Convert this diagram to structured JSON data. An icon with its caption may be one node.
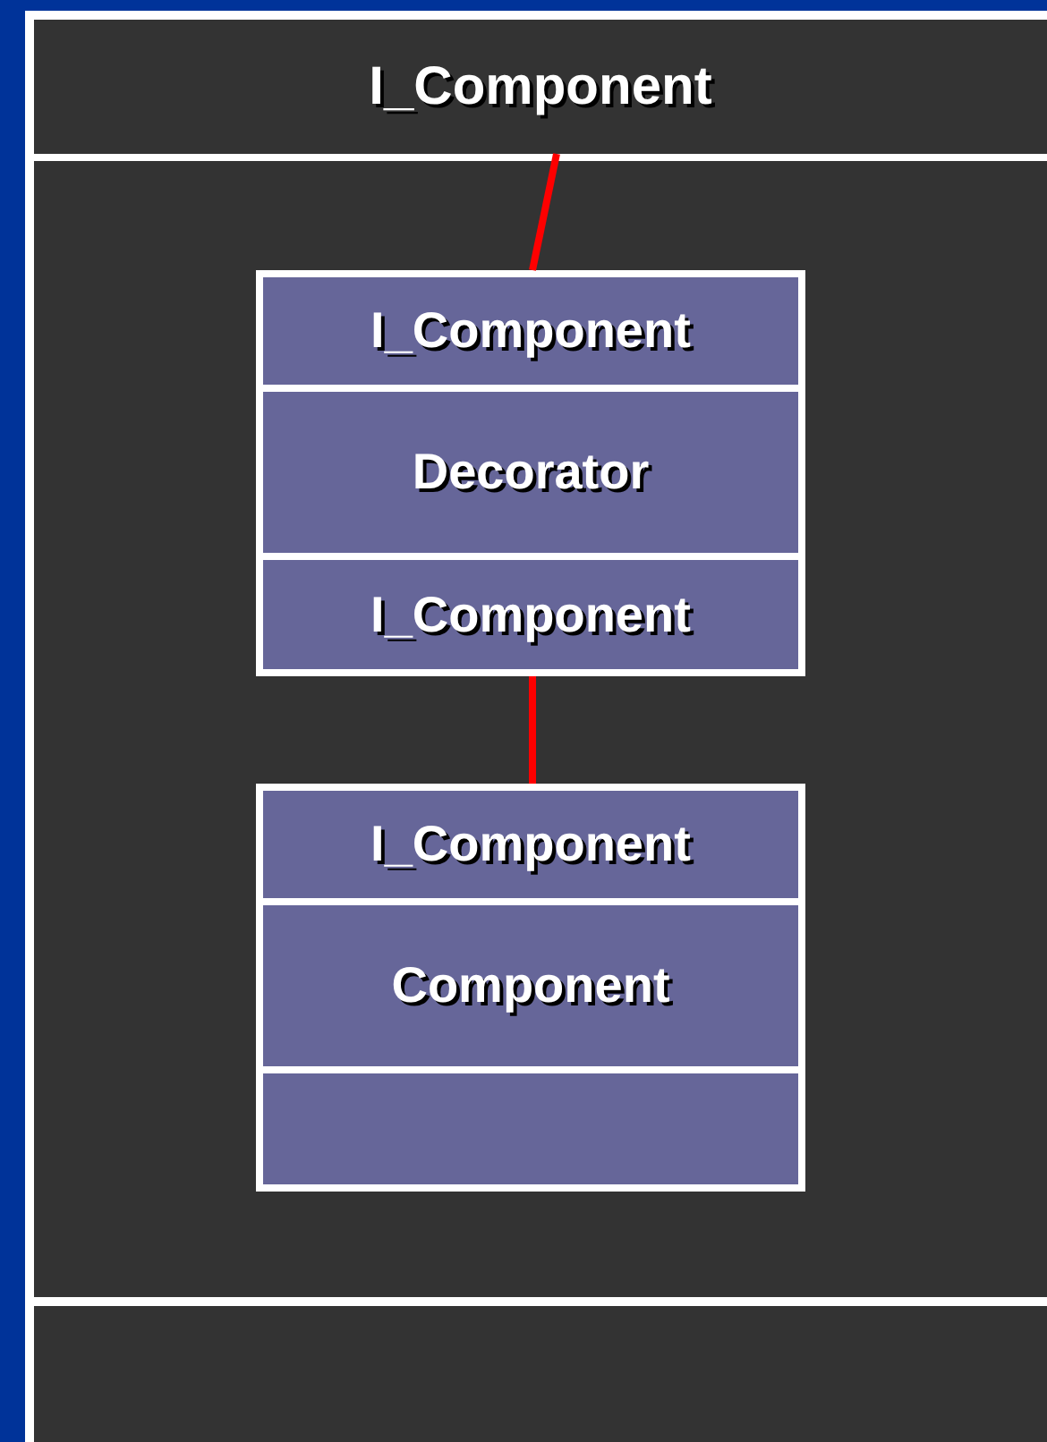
{
  "diagram": {
    "nodes": [
      {
        "text": [
          "I_Component"
        ]
      },
      {
        "text": [],
        "shape": "box"
      },
      {
        "text": [],
        "shape": "box",
        "in": 1
      },
      {
        "text": [
          "I_Component"
        ],
        "in": 2
      },
      {
        "text": [
          "Decorator"
        ],
        "in": 2
      },
      {
        "text": [
          "I_Component"
        ],
        "in": 2
      },
      {
        "text": [],
        "shape": "box",
        "in": 1
      },
      {
        "text": [
          "I_Component"
        ],
        "in": 6
      },
      {
        "text": [
          "Component"
        ],
        "in": 6
      },
      {
        "text": [],
        "shape": "box",
        "in": 6
      },
      {
        "text": [],
        "shape": "box"
      }
    ],
    "edges": [
      {
        "from": 0,
        "to": 2,
        "arrow": "none"
      },
      {
        "from": 2,
        "to": 6,
        "arrow": "none"
      }
    ]
  }
}
